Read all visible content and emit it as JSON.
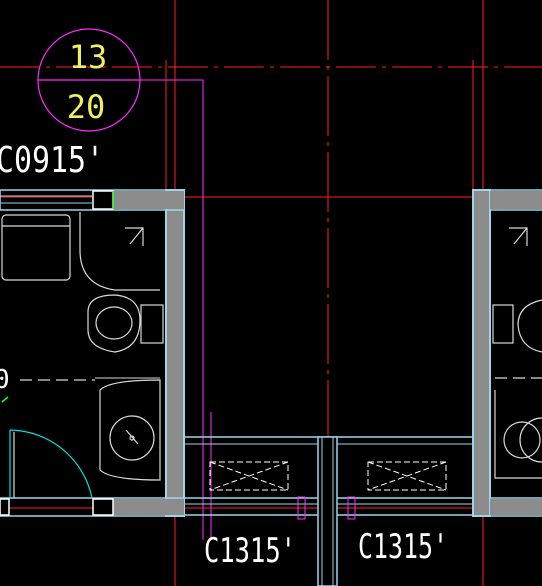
{
  "drawing": {
    "detail_index": {
      "top": "13",
      "bottom": "20"
    },
    "labels": {
      "window_top_left": "C0915'",
      "window_bottom_1": "C1315'",
      "window_bottom_2": "C1315'",
      "dimension_fragment": "0"
    }
  },
  "palette": {
    "background": "#000000",
    "axis": "#ff0000",
    "wall": "#9ad6ea",
    "fill": "#8c8c8c",
    "fixture": "#d9d9d9",
    "magenta": "#ff2bff",
    "yellow": "#f0f060",
    "white": "#ffffff",
    "door": "#00e0e0",
    "green": "#22ff22"
  }
}
